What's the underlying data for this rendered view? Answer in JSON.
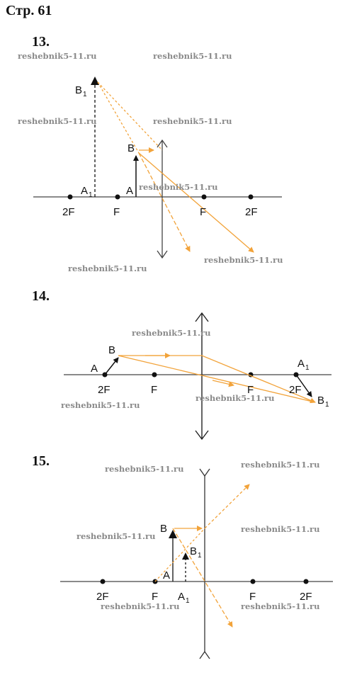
{
  "page_title": "Стр. 61",
  "watermark": "reshebnik5-11.ru",
  "colors": {
    "ray": "#f2a33a",
    "axis": "#444444",
    "object": "#111111",
    "watermark": "#8a8a8a"
  },
  "problem13": {
    "number": "13.",
    "labels": {
      "focus_left_2": "2F",
      "focus_left": "F",
      "focus_right": "F",
      "focus_right_2": "2F",
      "object_top": "B",
      "object_base": "A",
      "image_top": "B",
      "image_base": "A",
      "subscript": "1"
    }
  },
  "problem14": {
    "number": "14.",
    "labels": {
      "focus_left_2": "2F",
      "focus_left": "F",
      "focus_right": "F",
      "focus_right_2": "2F",
      "object_top": "B",
      "object_base": "A",
      "image_top": "B",
      "image_base": "A",
      "subscript": "1"
    }
  },
  "problem15": {
    "number": "15.",
    "labels": {
      "focus_left_2": "2F",
      "focus_left": "F",
      "focus_right": "F",
      "focus_right_2": "2F",
      "object_top": "B",
      "object_base": "A",
      "image_top": "B",
      "image_base": "A",
      "subscript": "1"
    }
  }
}
